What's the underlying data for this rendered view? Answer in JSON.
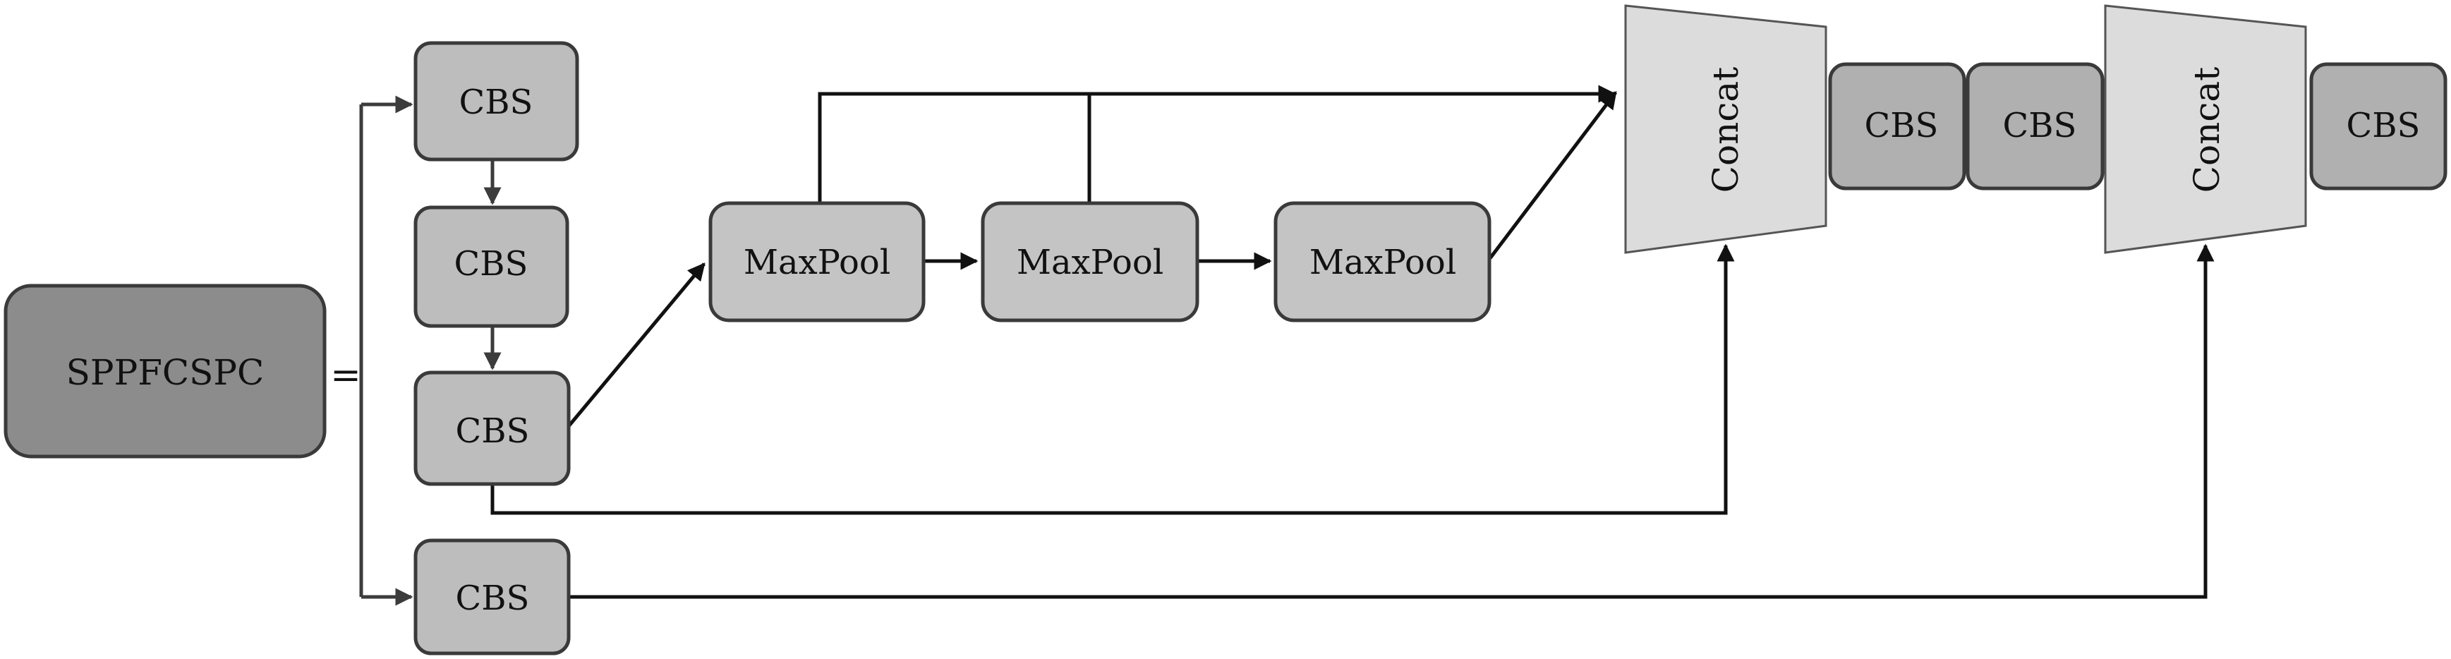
{
  "diagram": {
    "main_block": {
      "label": "SPPFCSPC",
      "color": "#8c8c8c"
    },
    "equals_sign": "=",
    "cbs_label": "CBS",
    "maxpool_label": "MaxPool",
    "concat_label": "Concat",
    "colors": {
      "cbs_fill": "#bdbdbd",
      "cbs_dark_fill": "#b0b0b0",
      "maxpool_fill": "#c4c4c4",
      "concat_fill": "#dcdcdc",
      "stroke": "#3a3a3a"
    }
  }
}
